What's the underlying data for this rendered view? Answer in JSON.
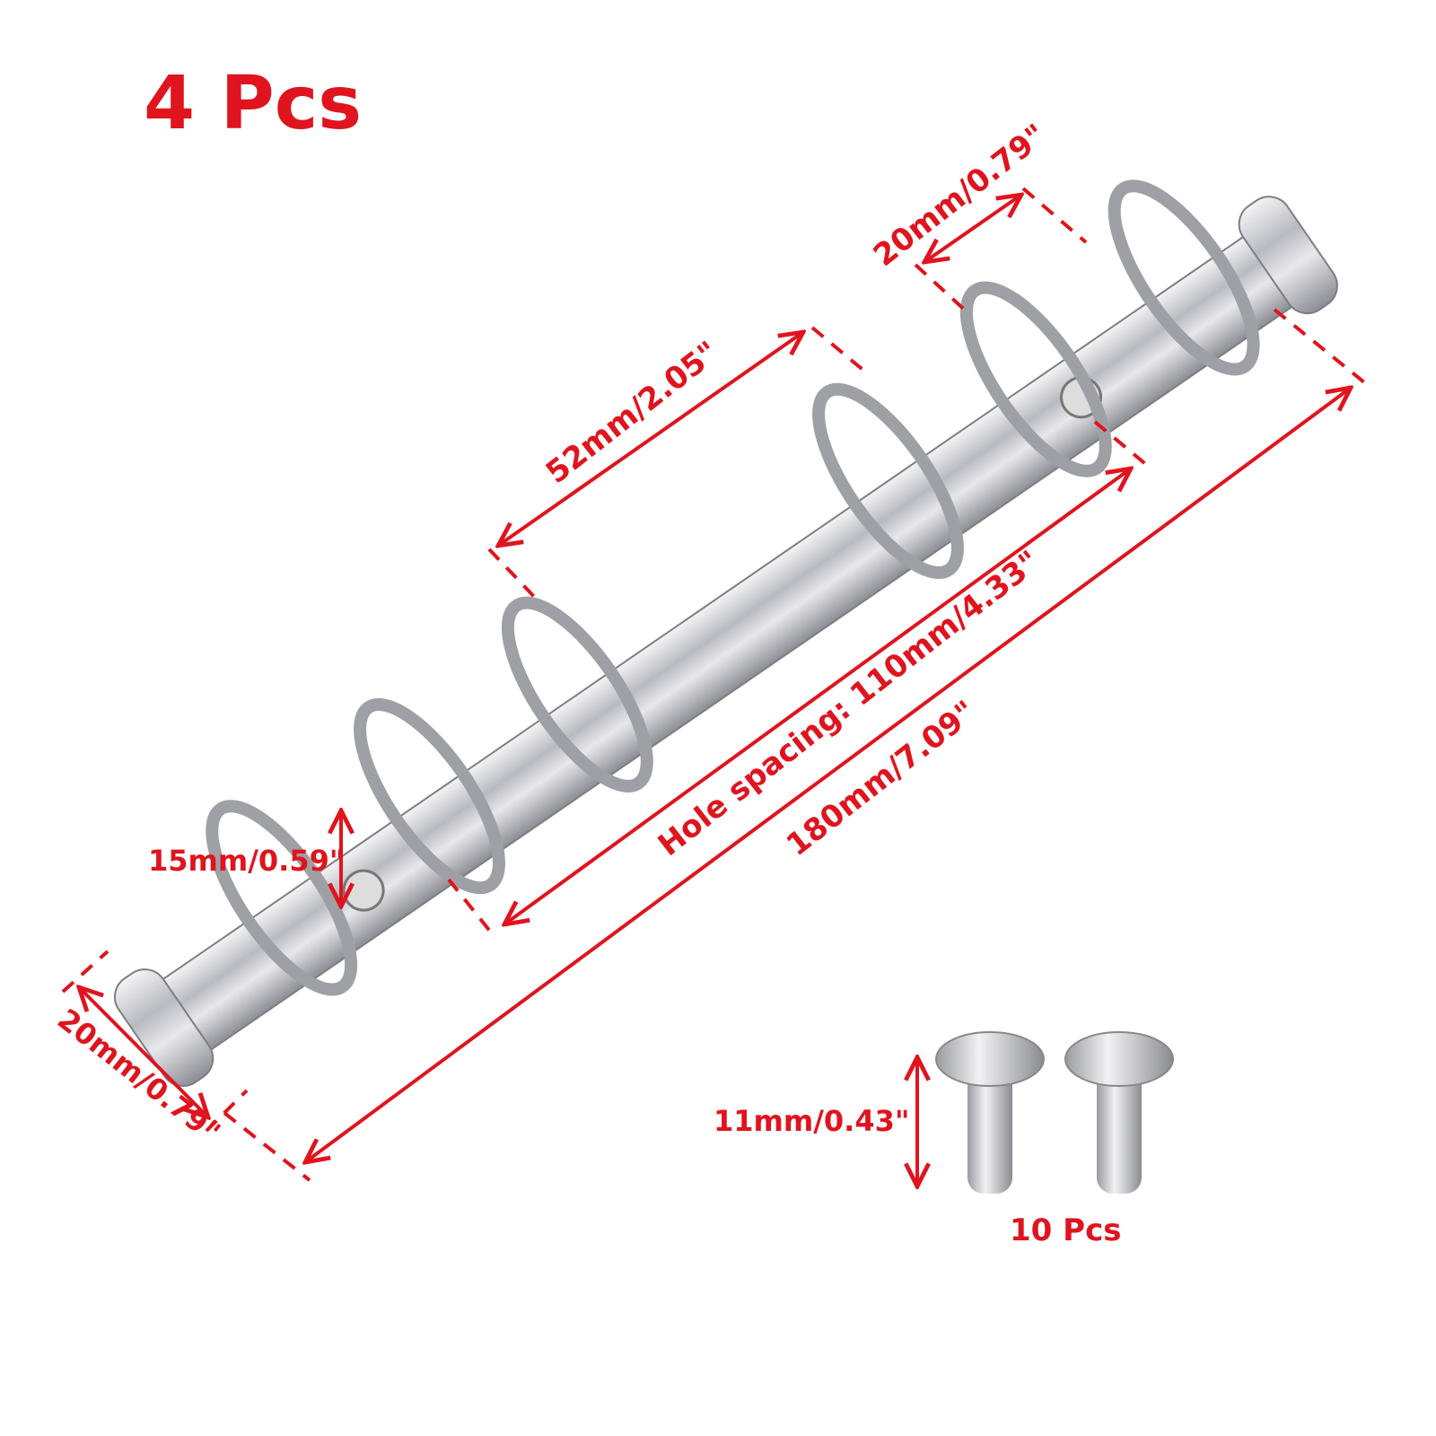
{
  "title": "4 Pcs",
  "dimensions": {
    "ring_spacing": "20mm/0.79\"",
    "ring_gap": "52mm/2.05\"",
    "hole_spacing": "Hole spacing: 110mm/4.33\"",
    "total_length": "180mm/7.09\"",
    "ring_height": "15mm/0.59\"",
    "width": "20mm/0.79\"",
    "rivet_height": "11mm/0.43\""
  },
  "rivets_label": "10 Pcs",
  "colors": {
    "accent": "#e0141e",
    "metal": "#c8c8cc"
  }
}
